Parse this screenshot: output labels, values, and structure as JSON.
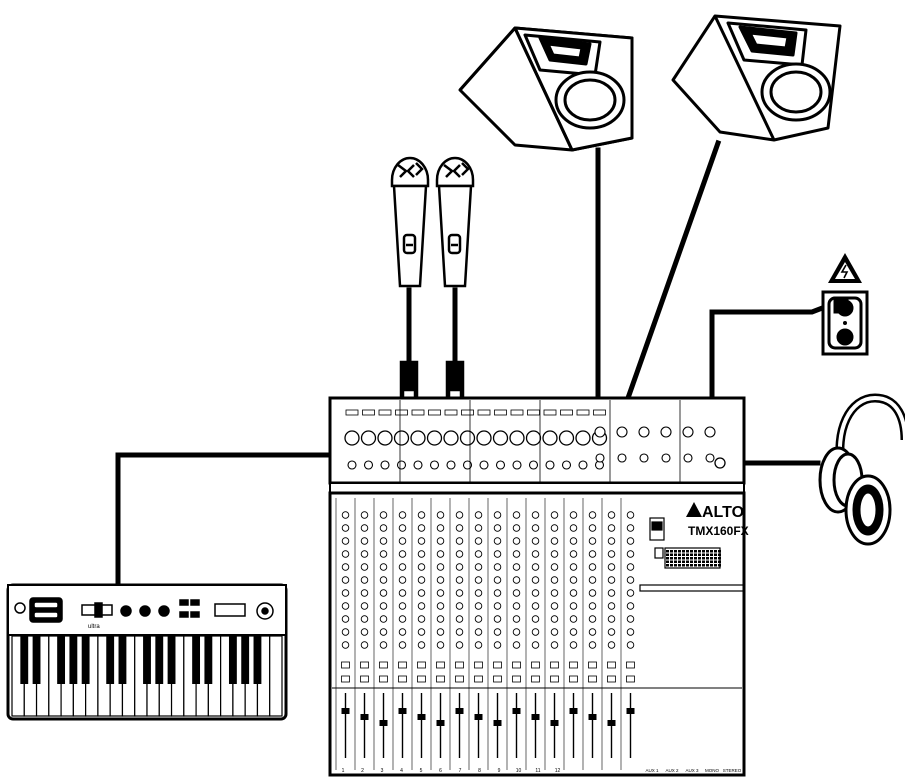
{
  "mixer": {
    "brand": "ALTO",
    "model": "TMX160FX",
    "channel_numbers": [
      "1",
      "2",
      "3",
      "4",
      "5",
      "6",
      "7",
      "8",
      "9",
      "10",
      "11",
      "12"
    ],
    "bus_labels": [
      "AUX 1",
      "AUX 2",
      "AUX 3",
      "MONO",
      "STEREO"
    ]
  },
  "keyboard": {
    "brand_text": "ultra"
  },
  "colors": {
    "ink": "#000000",
    "paper": "#ffffff",
    "shade": "#cfcfcf"
  }
}
